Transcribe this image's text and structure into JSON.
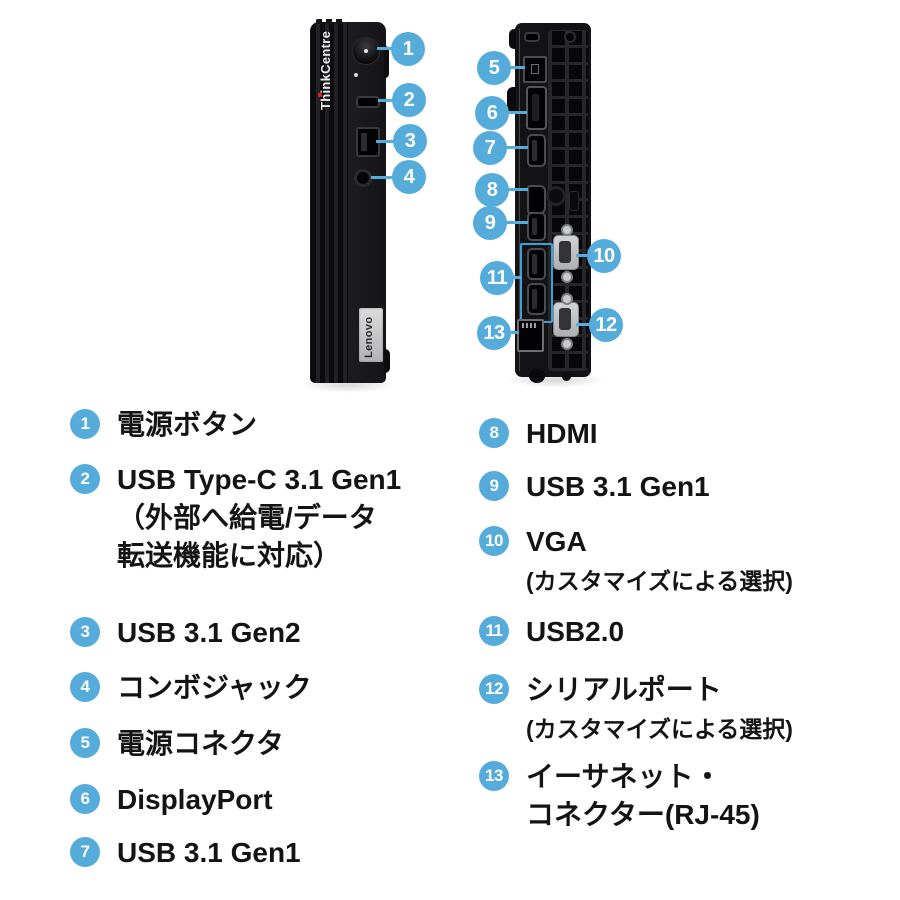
{
  "colors": {
    "accent": "#55ACDB",
    "usb_box_outline": "#3F9FD8",
    "text": "#141414",
    "background": "#FFFFFF",
    "device_black": "#131316",
    "thinkpad_dot_red": "#E2231A"
  },
  "front_device": {
    "brand": "ThinkCentre",
    "badge": "Lenovo"
  },
  "callouts": [
    "1",
    "2",
    "3",
    "4",
    "5",
    "6",
    "7",
    "8",
    "9",
    "10",
    "11",
    "12",
    "13"
  ],
  "legend": {
    "items": [
      {
        "num": "1",
        "lines": [
          "電源ボタン"
        ]
      },
      {
        "num": "2",
        "lines": [
          "USB Type-C 3.1 Gen1",
          "（外部へ給電/データ",
          "転送機能に対応）"
        ]
      },
      {
        "num": "3",
        "lines": [
          "USB 3.1 Gen2"
        ]
      },
      {
        "num": "4",
        "lines": [
          "コンボジャック"
        ]
      },
      {
        "num": "5",
        "lines": [
          "電源コネクタ"
        ]
      },
      {
        "num": "6",
        "lines": [
          "DisplayPort"
        ]
      },
      {
        "num": "7",
        "lines": [
          "USB 3.1 Gen1"
        ]
      },
      {
        "num": "8",
        "lines": [
          "HDMI"
        ]
      },
      {
        "num": "9",
        "lines": [
          "USB 3.1 Gen1"
        ]
      },
      {
        "num": "10",
        "lines": [
          "VGA"
        ],
        "sub": "(カスタマイズによる選択)"
      },
      {
        "num": "11",
        "lines": [
          "USB2.0"
        ]
      },
      {
        "num": "12",
        "lines": [
          "シリアルポート"
        ],
        "sub": "(カスタマイズによる選択)"
      },
      {
        "num": "13",
        "lines": [
          "イーサネット・",
          "コネクター(RJ-45)"
        ]
      }
    ]
  }
}
